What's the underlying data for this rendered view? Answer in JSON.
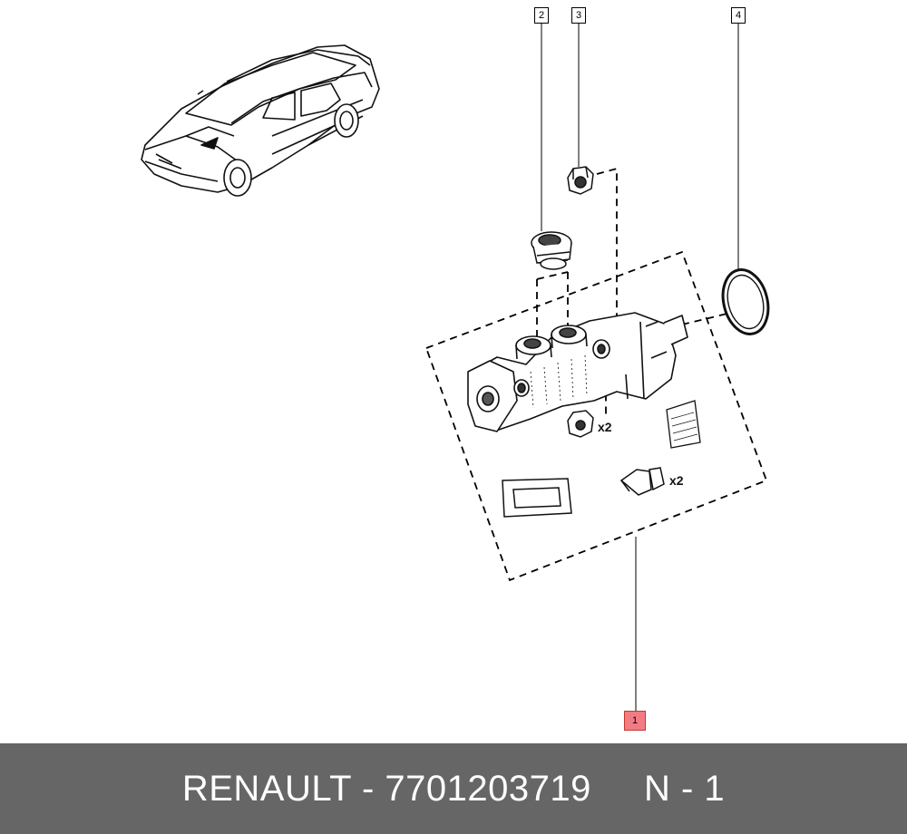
{
  "callouts": {
    "c1": "1",
    "c2": "2",
    "c3": "3",
    "c4": "4"
  },
  "quantities": {
    "nut_qty": "x2",
    "bleed_qty": "x2"
  },
  "footer": {
    "brand": "RENAULT",
    "separator": " - ",
    "part_number": "7701203719",
    "position": "N - 1"
  },
  "colors": {
    "footer_bg": "#666666",
    "highlight": "#f27c84",
    "ink": "#000000"
  }
}
